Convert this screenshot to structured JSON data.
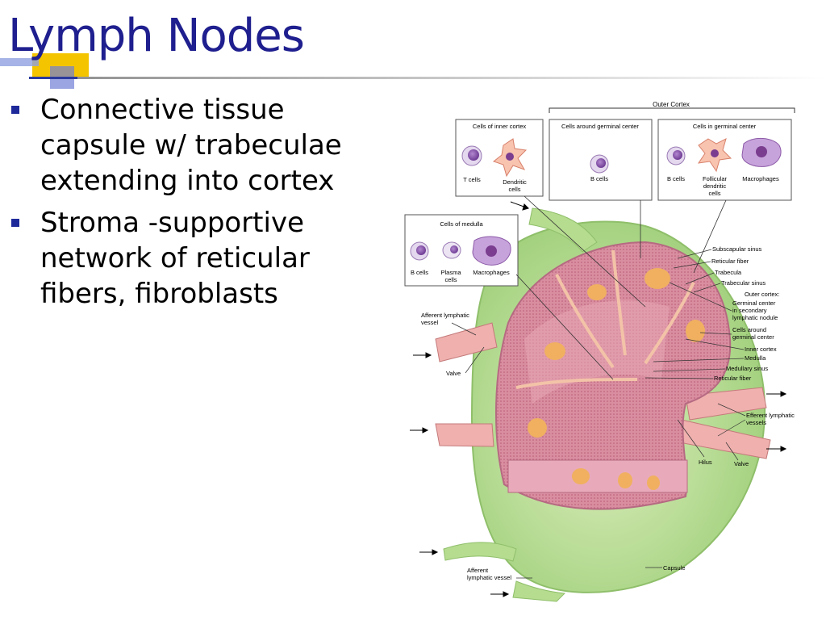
{
  "slide": {
    "title": "Lymph Nodes",
    "bullets": [
      "Connective tissue capsule w/ trabeculae extending into cortex",
      "Stroma -supportive network of reticular fibers, fibroblasts"
    ]
  },
  "colors": {
    "title": "#1f1f8f",
    "accent_yellow": "#f4c400",
    "accent_blue": "#2b3a9e",
    "capsule_green": "#c8e6a0",
    "cortex_pink": "#e7a8b5",
    "germinal_orange": "#f0b060"
  },
  "diagram": {
    "outer_cortex_label": "Outer Cortex",
    "boxes": {
      "inner_cortex": {
        "title": "Cells of inner cortex",
        "cells": [
          "T cells",
          "Dendritic cells"
        ]
      },
      "around_germinal": {
        "title": "Cells around germinal center",
        "cells": [
          "B cells"
        ]
      },
      "in_germinal": {
        "title": "Cells in germinal center",
        "cells": [
          "B cells",
          "Follicular dendritic cells",
          "Macrophages"
        ]
      },
      "medulla": {
        "title": "Cells of medulla",
        "cells": [
          "B cells",
          "Plasma cells",
          "Macrophages"
        ]
      }
    },
    "labels": {
      "subscapular_sinus": "Subscapular sinus",
      "reticular_fiber_top": "Reticular fiber",
      "trabecula": "Trabecula",
      "trabecular_sinus": "Trabecular sinus",
      "outer_cortex": "Outer cortex:",
      "germinal_center": "Germinal center in secondary lymphatic nodule",
      "cells_around": "Cells around germinal center",
      "inner_cortex": "Inner cortex",
      "medulla": "Medulla",
      "medullary_sinus": "Medullary sinus",
      "reticular_fiber_bottom": "Reticular fiber",
      "afferent_top": "Afferent lymphatic vessel",
      "valve_left": "Valve",
      "efferent": "Efferent lymphatic vessels",
      "hilus": "Hilus",
      "valve_right": "Valve",
      "capsule": "Capsule",
      "afferent_bottom": "Afferent lymphatic vessel"
    }
  }
}
